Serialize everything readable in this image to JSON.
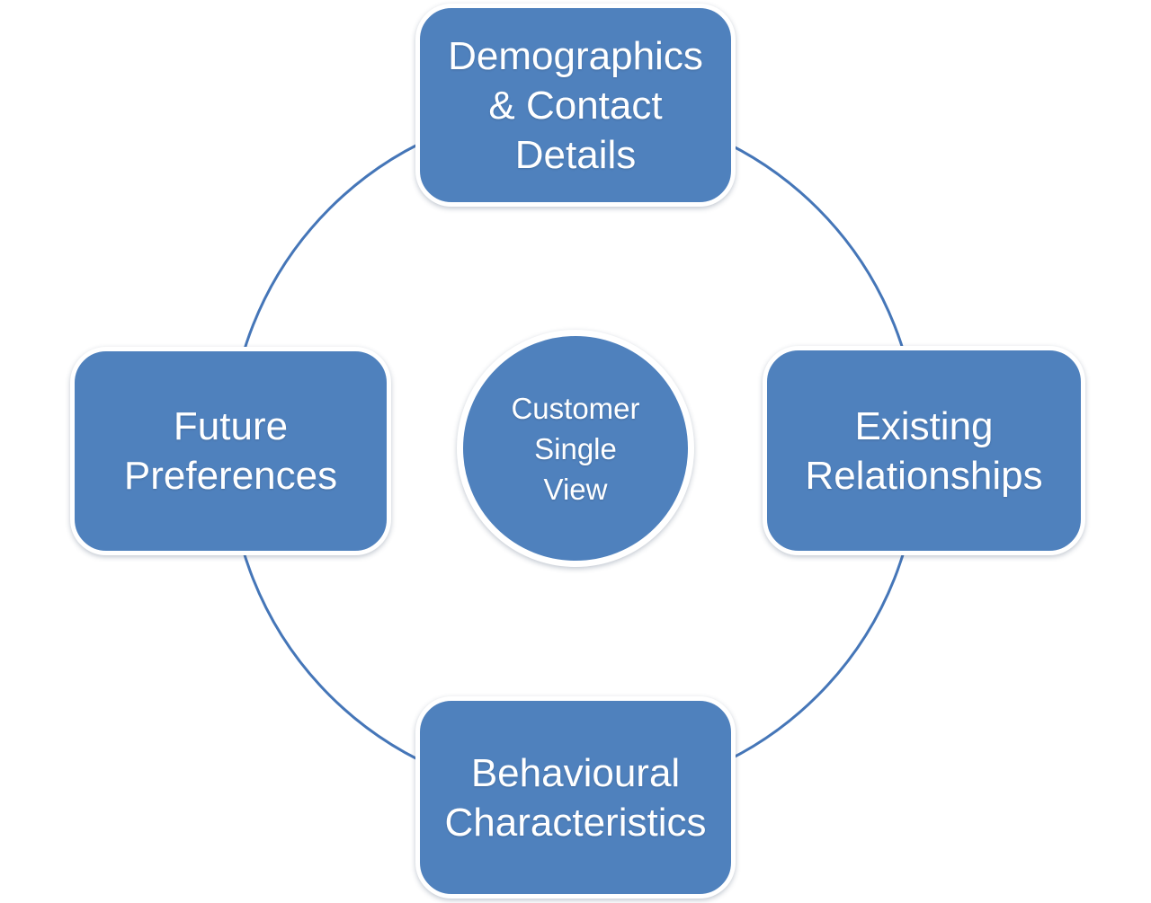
{
  "diagram": {
    "type": "hub-and-spoke cycle diagram",
    "colors": {
      "node_fill": "#4f81bd",
      "node_border": "#ffffff",
      "ring_stroke": "#4576b8",
      "text_color": "#ffffff",
      "page_bg": "#ffffff"
    },
    "hub": {
      "lines": [
        "Customer",
        "Single",
        "View"
      ]
    },
    "nodes": {
      "top": {
        "lines": [
          "Demographics",
          "& Contact",
          "Details"
        ]
      },
      "right": {
        "lines": [
          "Existing",
          "Relationships"
        ]
      },
      "bottom": {
        "lines": [
          "Behavioural",
          "Characteristics"
        ]
      },
      "left": {
        "lines": [
          "Future",
          "Preferences"
        ]
      }
    }
  }
}
